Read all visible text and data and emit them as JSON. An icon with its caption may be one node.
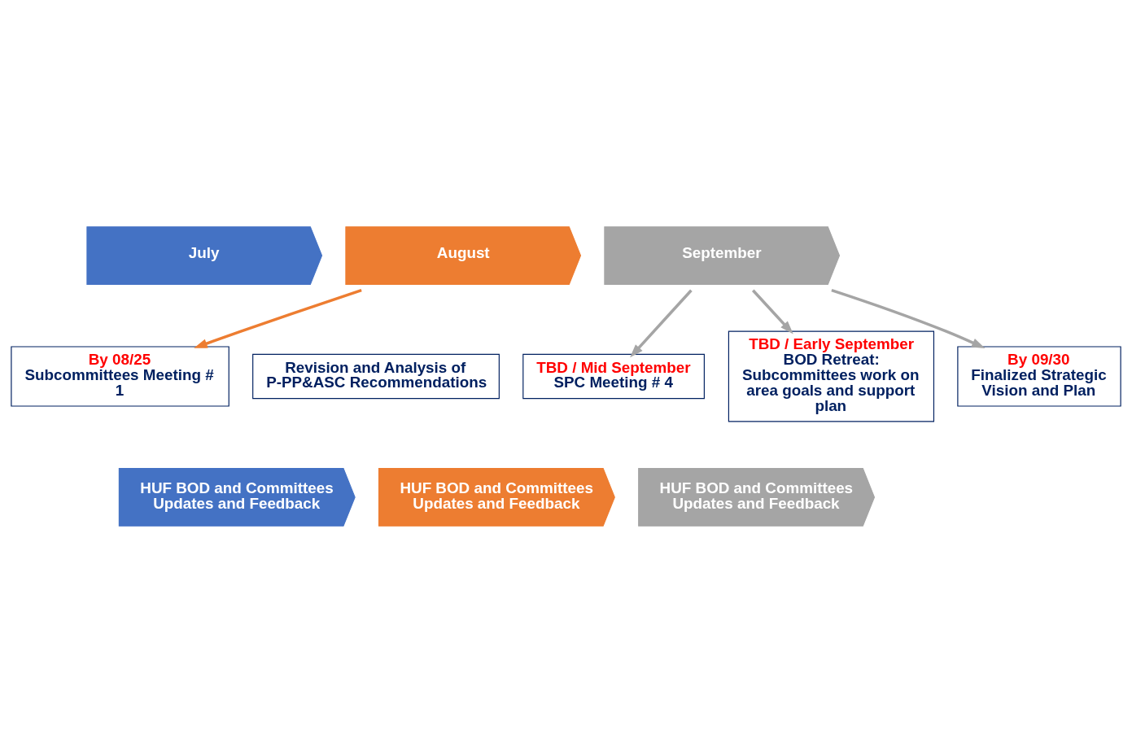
{
  "diagram": {
    "nodes": [
      {
        "text": [
          "Revision and Analysis of P-PP&ASC Recommendations"
        ]
      },
      {
        "text": [
          "July"
        ]
      },
      {
        "text": [
          "August"
        ]
      },
      {
        "text": [
          "September"
        ]
      },
      {
        "text": [
          "TBD / Early September",
          "BOD Retreat: Subcommittees work on area goals and support plan"
        ]
      },
      {
        "text": [
          "By 09/30",
          "Finalized Strategic Vision and Plan"
        ]
      },
      {
        "text": [
          "By 08/25",
          "Subcommittees Meeting # 1"
        ]
      },
      {
        "text": [
          "TBD / Mid September",
          "SPC Meeting # 4"
        ]
      },
      {
        "text": [
          "HUF BOD and Committees Updates and Feedback"
        ]
      },
      {
        "text": [
          "HUF BOD and Committees Updates and Feedback"
        ]
      },
      {
        "text": [
          "HUF BOD and Committees Updates and Feedback"
        ]
      }
    ],
    "edges": [
      {
        "from": 3,
        "to": 4,
        "arrow": "to"
      },
      {
        "from": 3,
        "to": 5,
        "arrow": "to"
      },
      {
        "from": 2,
        "to": 6,
        "arrow": "to",
        "color": "#ed7d31"
      },
      {
        "from": 3,
        "to": 7,
        "arrow": "to"
      }
    ]
  }
}
